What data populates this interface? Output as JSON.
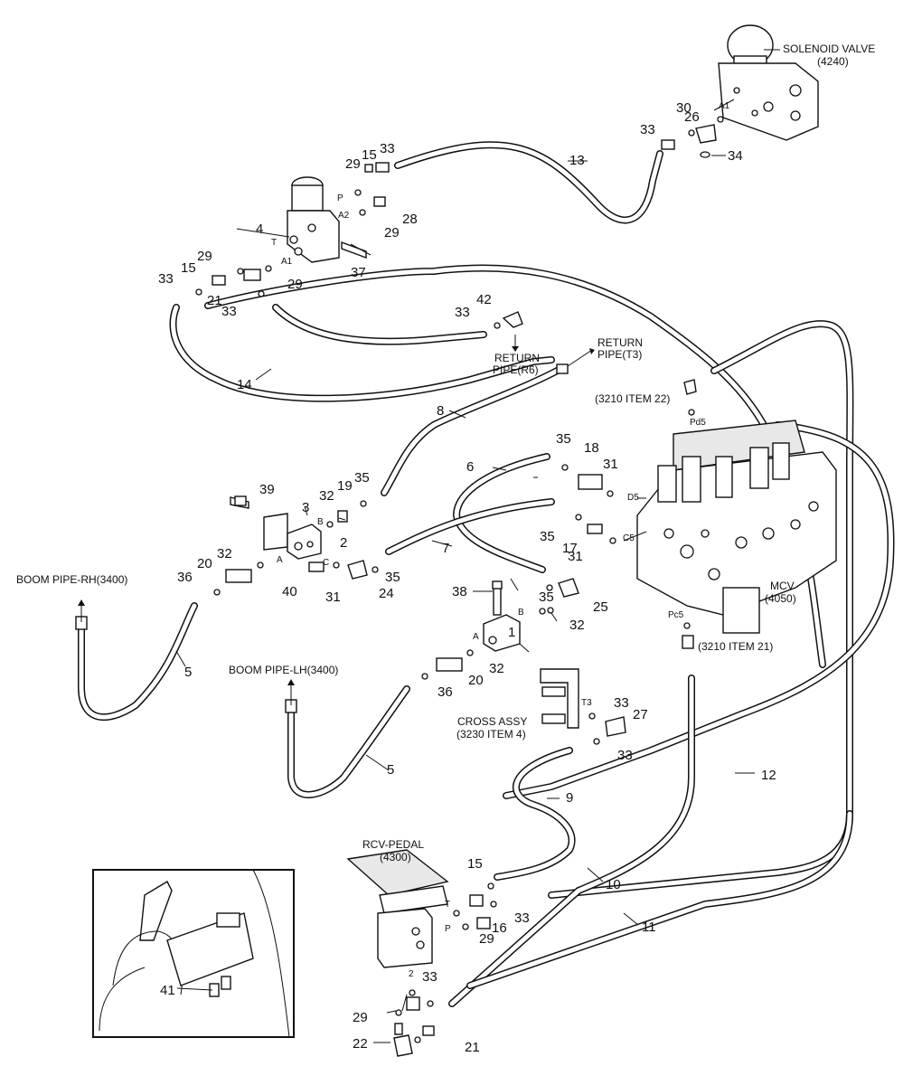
{
  "part_numbers": {
    "p1": "1",
    "p2": "2",
    "p3": "3",
    "p4": "4",
    "p5a": "5",
    "p5b": "5",
    "p6": "6",
    "p7": "7",
    "p8": "8",
    "p9": "9",
    "p10": "10",
    "p11": "11",
    "p12": "12",
    "p13": "13",
    "p14": "14",
    "p15a": "15",
    "p15b": "15",
    "p15c": "15",
    "p16": "16",
    "p17": "17",
    "p18": "18",
    "p19": "19",
    "p20a": "20",
    "p20b": "20",
    "p21a": "21",
    "p21b": "21",
    "p22": "22",
    "p24": "24",
    "p25": "25",
    "p26": "26",
    "p27": "27",
    "p28": "28",
    "p29a": "29",
    "p29b": "29",
    "p29c": "29",
    "p29d": "29",
    "p29e": "29",
    "p29f": "29",
    "p30": "30",
    "p31a": "31",
    "p31b": "31",
    "p31c": "31",
    "p32a": "32",
    "p32b": "32",
    "p32c": "32",
    "p32d": "32",
    "p33a": "33",
    "p33b": "33",
    "p33c": "33",
    "p33d": "33",
    "p33e": "33",
    "p33f": "33",
    "p33g": "33",
    "p33h": "33",
    "p33i": "33",
    "p34": "34",
    "p35a": "35",
    "p35b": "35",
    "p35c": "35",
    "p35d": "35",
    "p35e": "35",
    "p36a": "36",
    "p36b": "36",
    "p37": "37",
    "p38": "38",
    "p39": "39",
    "p40": "40",
    "p41": "41",
    "p42": "42"
  },
  "labels": {
    "solenoid_valve": "SOLENOID VALVE",
    "solenoid_valve_code": "(4240)",
    "return_pipe_r6_1": "RETURN",
    "return_pipe_r6_2": "PIPE(R6)",
    "return_pipe_t3_1": "RETURN",
    "return_pipe_t3_2": "PIPE(T3)",
    "item22": "(3210 ITEM 22)",
    "item21": "(3210 ITEM 21)",
    "mcv": "MCV",
    "mcv_code": "(4050)",
    "boom_pipe_rh": "BOOM PIPE-RH(3400)",
    "boom_pipe_lh": "BOOM PIPE-LH(3400)",
    "cross_assy_1": "CROSS ASSY",
    "cross_assy_2": "(3230 ITEM 4)",
    "rcv_pedal": "RCV-PEDAL",
    "rcv_pedal_code": "(4300)"
  },
  "ports": {
    "A1_sol": "A1",
    "P_v": "P",
    "A2_v": "A2",
    "T_v": "T",
    "A1_v": "A1",
    "Pd5": "Pd5",
    "D5": "D5",
    "C5": "C5",
    "Pc5": "Pc5",
    "A_b2": "A",
    "B_b2": "B",
    "C_b2": "C",
    "A_b1": "A",
    "B_b1": "B",
    "T3": "T3",
    "T_rcv": "T",
    "P_rcv": "P",
    "Z_rcv": "2"
  }
}
